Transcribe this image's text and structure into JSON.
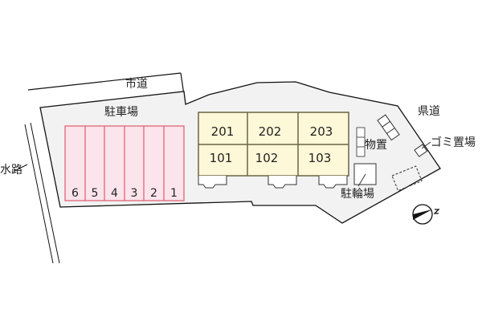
{
  "labels": {
    "city_road": "市道",
    "parking": "駐車場",
    "waterway": "水路",
    "prefectural_road": "県道",
    "storage": "物置",
    "garbage": "ゴミ置場",
    "bicycle_parking": "駐輪場",
    "north": "N"
  },
  "parking_spaces": [
    "6",
    "5",
    "4",
    "3",
    "2",
    "1"
  ],
  "building": {
    "upper_floor": [
      "201",
      "202",
      "203"
    ],
    "lower_floor": [
      "101",
      "102",
      "103"
    ]
  },
  "colors": {
    "site_fill": "#f2f2f2",
    "parking_fill": "#fce4ec",
    "parking_stroke": "#e05a6e",
    "building_fill": "#fdf8d8",
    "building_stroke": "#6b6445",
    "outline": "#111111"
  }
}
